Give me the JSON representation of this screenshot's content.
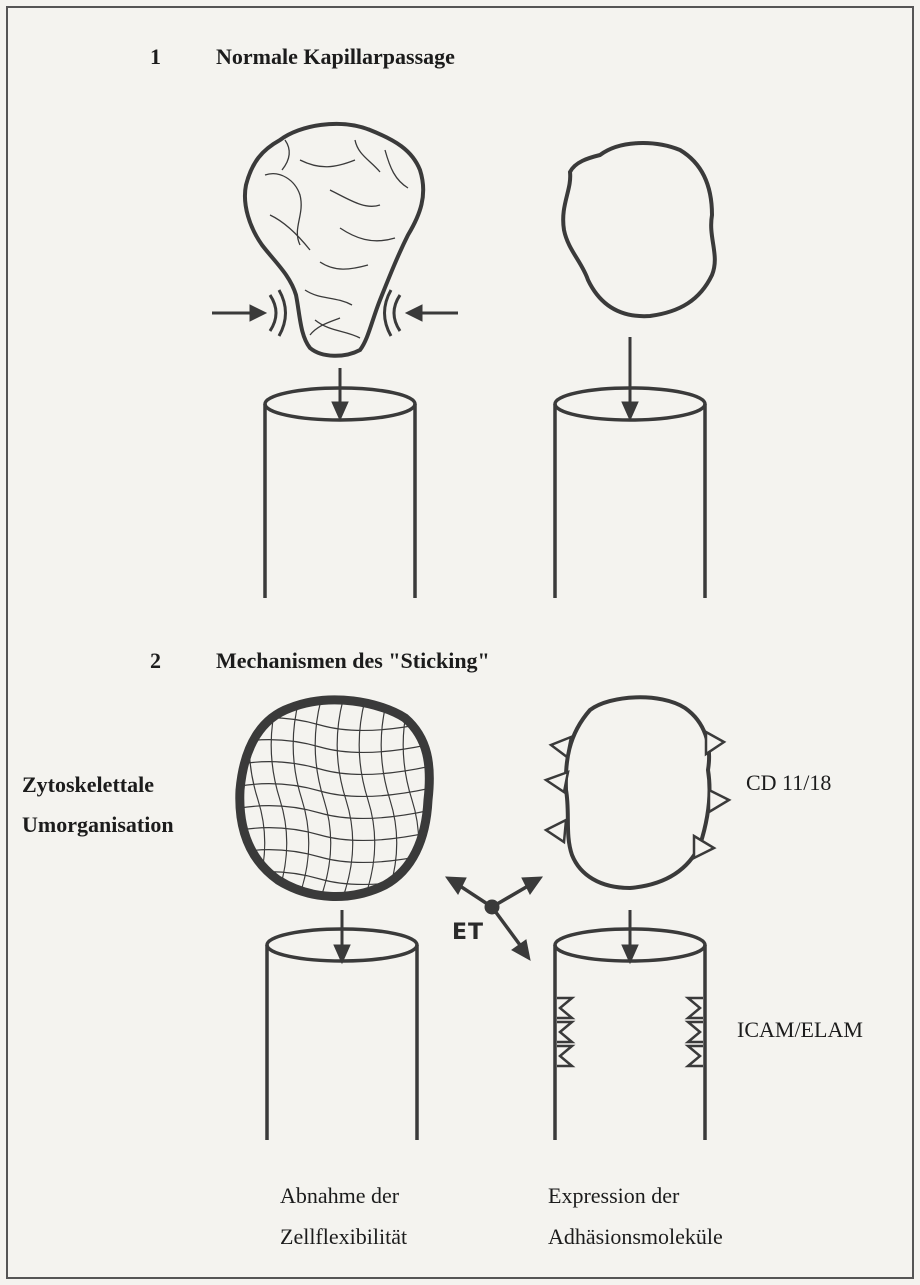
{
  "section1": {
    "number": "1",
    "title": "Normale Kapillarpassage"
  },
  "section2": {
    "number": "2",
    "title": "Mechanismen des \"Sticking\""
  },
  "labels": {
    "cytoskeleton_line1": "Zytoskelettale",
    "cytoskeleton_line2": "Umorganisation",
    "cd": "CD 11/18",
    "et": "ET",
    "icam": "ICAM/ELAM",
    "flex_line1": "Abnahme der",
    "flex_line2": "Zellflexibilität",
    "expr_line1": "Expression der",
    "expr_line2": "Adhäsionsmoleküle"
  },
  "colors": {
    "ink": "#3a3a3a",
    "paper": "#f4f3ef",
    "frame": "#555555"
  }
}
